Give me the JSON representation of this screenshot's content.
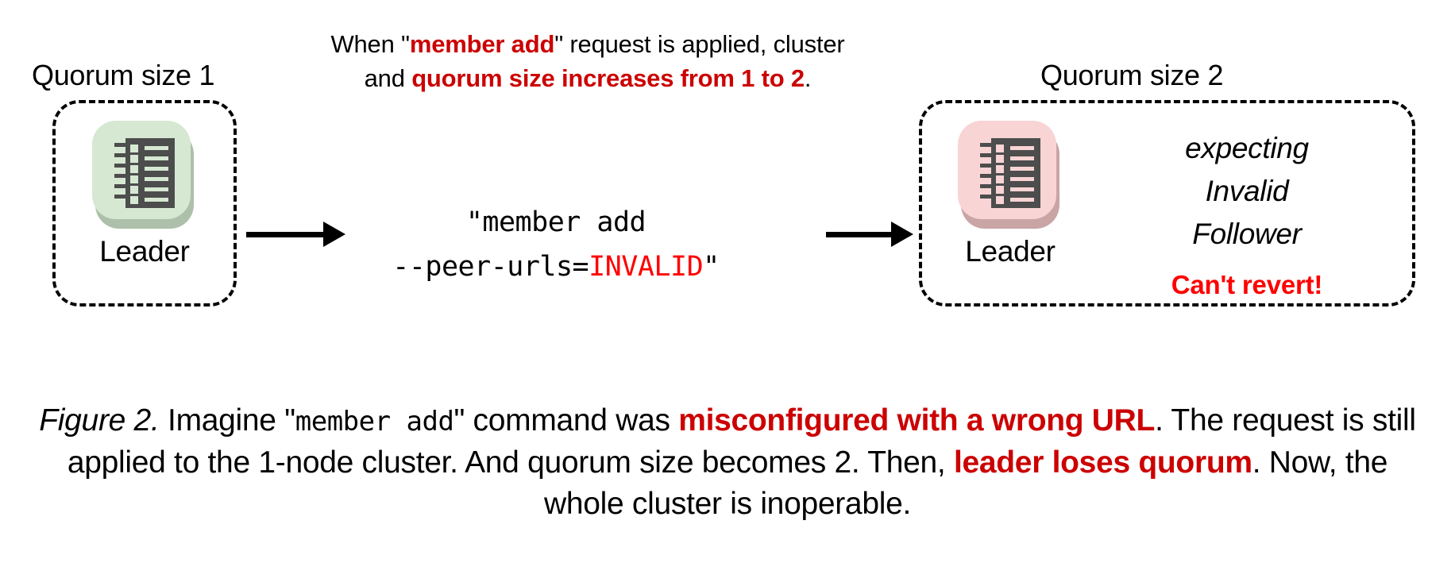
{
  "figure": {
    "top_note": {
      "prefix": "When \"",
      "hl1": "member add",
      "mid": "\" request is applied, cluster and ",
      "hl2": "quorum size increases from 1 to 2",
      "suffix": "."
    },
    "left": {
      "quorum_label": "Quorum size 1",
      "node_label": "Leader",
      "icon_name": "server-rack-icon",
      "tile_color": "#d6e8d2",
      "tile_shadow_color": "#adc0a9",
      "rack_color": "#4d4d4d"
    },
    "right": {
      "quorum_label": "Quorum size 2",
      "node_label": "Leader",
      "icon_name": "server-rack-icon",
      "tile_color": "#f8d4d4",
      "tile_shadow_color": "#c9a5a5",
      "rack_color": "#4d4d4d",
      "annotation_lines": [
        "expecting",
        "Invalid",
        "Follower"
      ],
      "warning": "Can't revert!",
      "warning_color": "#ff0000"
    },
    "command": {
      "line1": "\"member add",
      "line2_prefix": "--peer-urls=",
      "line2_invalid": "INVALID",
      "line2_suffix": "\"",
      "invalid_color": "#ff0000"
    },
    "arrows": {
      "first": "arrow-right",
      "second": "arrow-right"
    },
    "caption": {
      "figno": "Figure 2.",
      "seg1": " Imagine \"",
      "mono1": "member add",
      "seg2": "\" command was ",
      "hl1": "misconfigured with a wrong URL",
      "seg3": ". The request is still applied to the 1-node cluster. And quorum size becomes 2. Then, ",
      "hl2": "leader loses quorum",
      "seg4": ". Now, the whole cluster is inoperable.",
      "line1": "Figure 2. Imagine \"member add\" command was misconfigured with a wrong URL.",
      "line2": "The request is still applied to the 1-node cluster. And quorum size becomes 2. Then,",
      "line3": "leader loses quorum. Now, the whole cluster is inoperable."
    },
    "colors": {
      "accent_red_dark": "#CC0000",
      "accent_red_bright": "#ff0000",
      "ink": "#000000",
      "background": "#ffffff"
    }
  }
}
